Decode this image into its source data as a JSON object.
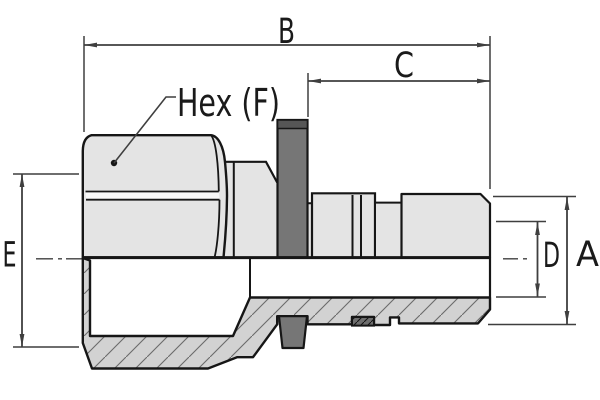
{
  "diagram": {
    "labels": {
      "dim_b": "B",
      "dim_c": "C",
      "dim_e": "E",
      "dim_d": "D",
      "dim_a": "A",
      "hex_note": "Hex (F)"
    },
    "colors": {
      "background": "#ffffff",
      "body_fill": "#e4e4e4",
      "section_fill": "#d2d2d2",
      "highlight": "#f7f7f7",
      "dark_part": "#767676",
      "dark_cap": "#565656",
      "seal_fill": "#6e6e6e",
      "outline": "#161616",
      "dim": "#3f3f3f",
      "text": "#1a1a1a",
      "hatch_line": "#6a6a6a",
      "seal_hatch_line": "#111111"
    }
  }
}
